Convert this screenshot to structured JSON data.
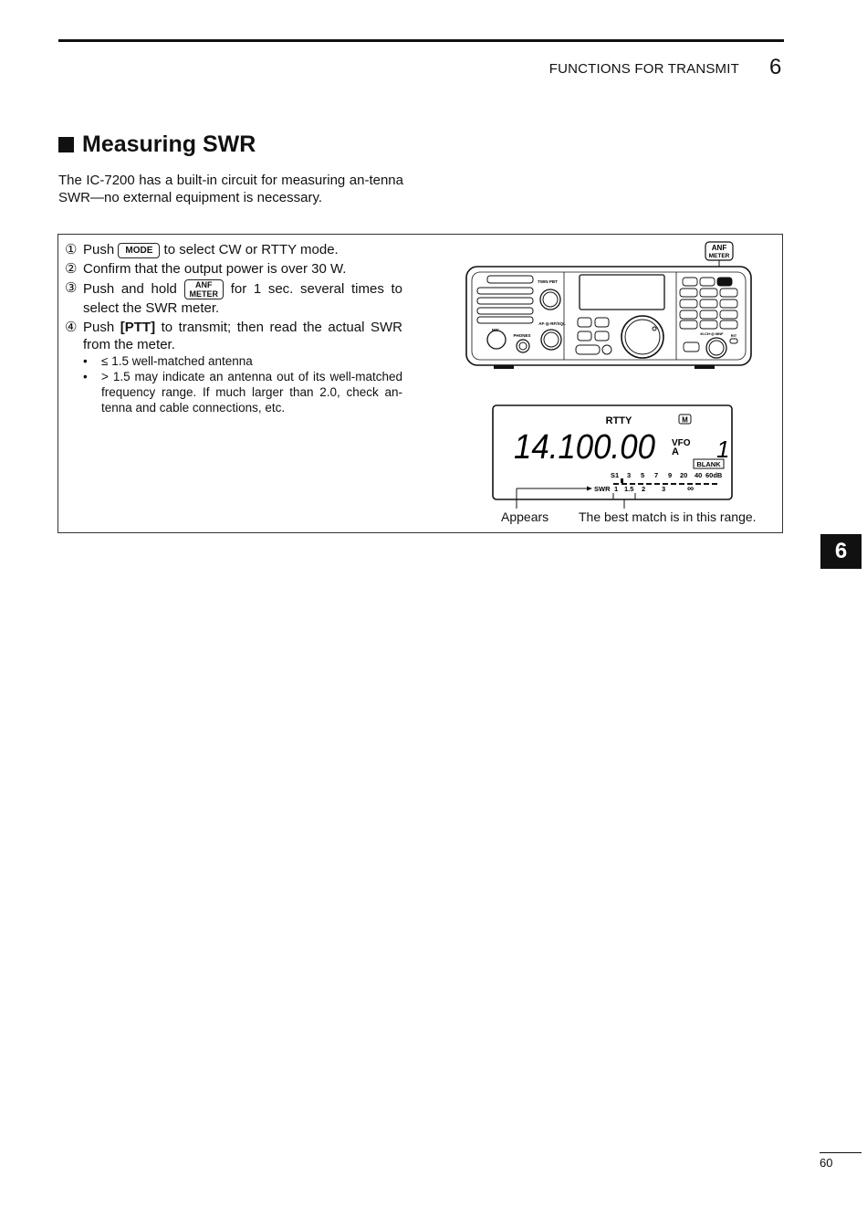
{
  "header": {
    "title": "FUNCTIONS FOR TRANSMIT",
    "chapter": "6"
  },
  "section": {
    "title": "Measuring SWR"
  },
  "intro": "The IC-7200 has a built-in circuit for measuring an-tenna SWR—no external equipment is necessary.",
  "steps": [
    {
      "num": "①",
      "pre": "Push",
      "key": "MODE",
      "post": "to select CW or RTTY mode."
    },
    {
      "num": "②",
      "text": "Confirm that the output power is over 30 W."
    },
    {
      "num": "③",
      "pre": "Push and hold",
      "key_line1": "ANF",
      "key_line2": "METER",
      "post": "for 1 sec. several times to select the SWR meter."
    },
    {
      "num": "④",
      "pre": "Push",
      "bold": "[PTT]",
      "post": "to transmit; then read the actual SWR from the meter."
    }
  ],
  "bullets": [
    {
      "mark": "•",
      "symbol": "≤",
      "text": "1.5 well-matched antenna"
    },
    {
      "mark": "•",
      "symbol": ">",
      "text": "1.5 may indicate an antenna out of its well-matched frequency range. If much larger than 2.0, check an-tenna and cable connections, etc."
    }
  ],
  "radio": {
    "anf_key_line1": "ANF",
    "anf_key_line2": "METER",
    "label_twin_pbt": "TWIN PBT",
    "label_mic": "MIC",
    "label_phones": "PHONES",
    "label_af_rf_sql": "AF·◎·RF/SQL",
    "label_mch_mnf": "M-CH·◎·MNF",
    "label_rit": "RIT"
  },
  "display": {
    "mode": "RTTY",
    "memory_badge": "M",
    "frequency": "14.100.00",
    "vfo_label": "VFO",
    "vfo_letter": "A",
    "channel": "1",
    "blank_badge": "BLANK",
    "s_scale": [
      "S1",
      "3",
      "5",
      "7",
      "9",
      "20",
      "40",
      "60dB"
    ],
    "swr_label": "SWR",
    "swr_scale": [
      "1",
      "1.5",
      "2",
      "3",
      "∞"
    ]
  },
  "captions": {
    "appears": "Appears",
    "best_match": "The best match is in this range."
  },
  "side_tab": "6",
  "page_number": "60"
}
